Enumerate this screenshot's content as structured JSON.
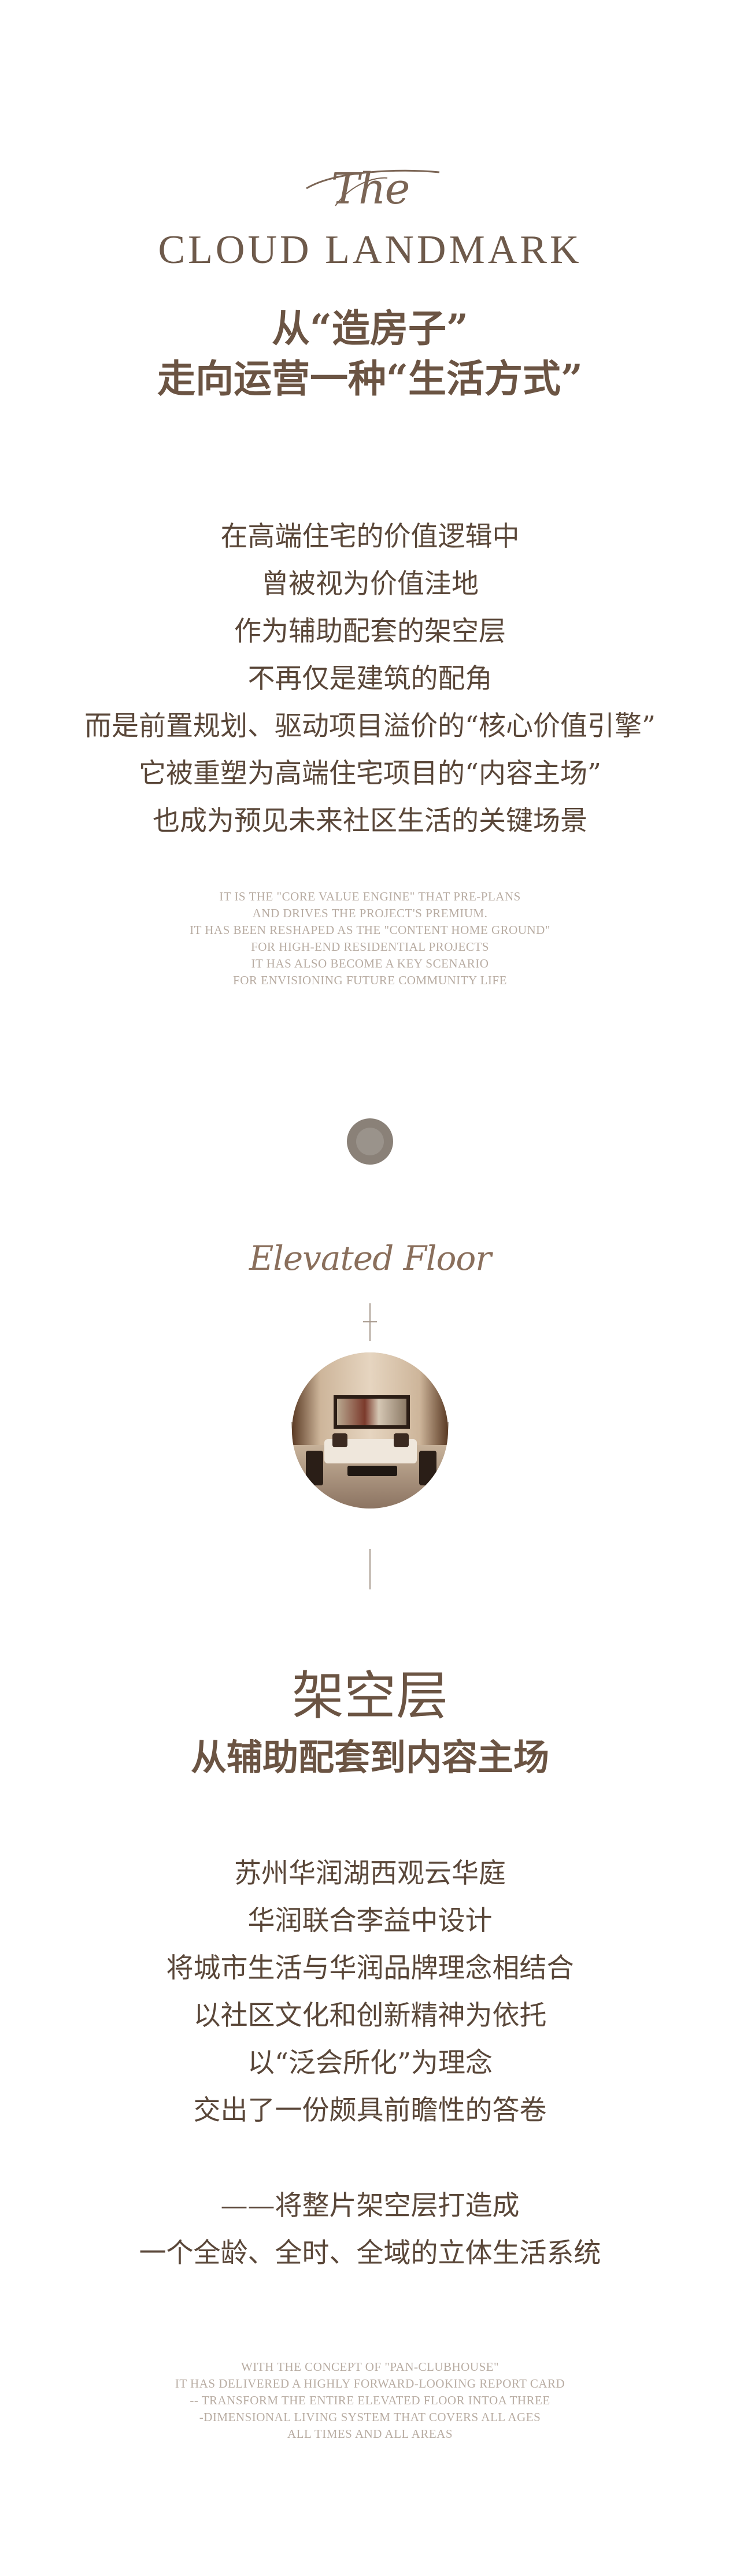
{
  "logo": {
    "script_word": "The",
    "main_text": "CLOUD  LANDMARK"
  },
  "headline": {
    "line1": "从“造房子”",
    "line2": "走向运营一种“生活方式”"
  },
  "intro_cn": [
    "在高端住宅的价值逻辑中",
    "曾被视为价值洼地",
    "作为辅助配套的架空层",
    "不再仅是建筑的配角",
    "而是前置规划、驱动项目溢价的“核心价值引擎”",
    "它被重塑为高端住宅项目的“内容主场”",
    "也成为预见未来社区生活的关键场景"
  ],
  "intro_en": [
    "IT IS THE \"CORE VALUE ENGINE\" THAT PRE-PLANS",
    "AND DRIVES THE PROJECT'S PREMIUM.",
    "IT HAS BEEN RESHAPED AS THE \"CONTENT HOME GROUND\"",
    "FOR HIGH-END RESIDENTIAL PROJECTS",
    "IT HAS ALSO BECOME A KEY SCENARIO",
    "FOR ENVISIONING FUTURE COMMUNITY LIFE"
  ],
  "elevated": {
    "title": "Elevated Floor",
    "photo_icon": "lounge-photo"
  },
  "section2": {
    "heading": "架空层",
    "subheading": "从辅助配套到内容主场",
    "body_cn": [
      "苏州华润湖西观云华庭",
      "华润联合李益中设计",
      "将城市生活与华润品牌理念相结合",
      "以社区文化和创新精神为依托",
      "以“泛会所化”为理念",
      "交出了一份颇具前瞻性的答卷"
    ],
    "body_cn_2": [
      "——将整片架空层打造成",
      "一个全龄、全时、全域的立体生活系统"
    ],
    "body_en": [
      "WITH THE CONCEPT OF \"PAN-CLUBHOUSE\"",
      "IT HAS DELIVERED A HIGHLY FORWARD-LOOKING REPORT CARD",
      "-- TRANSFORM THE ENTIRE ELEVATED FLOOR INTOA THREE",
      "-DIMENSIONAL LIVING SYSTEM THAT COVERS ALL AGES",
      "ALL TIMES AND ALL AREAS"
    ]
  },
  "colors": {
    "accent_brown": "#6b5443",
    "text_brown": "#5a4739",
    "muted_en": "#b8aca2",
    "line": "#a89a8e"
  }
}
